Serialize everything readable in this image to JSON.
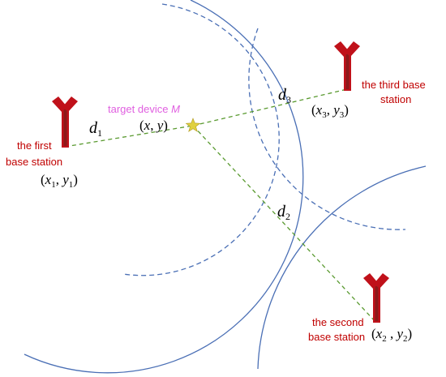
{
  "colors": {
    "circle_solid": "#4a6fb5",
    "circle_dashed": "#4a6fb5",
    "link_line": "#5a9a30",
    "antenna_red": "#c0111a",
    "antenna_stem": "#8b1a1a",
    "target_star": "#e0d040",
    "label_red": "#c00000",
    "label_pink": "#e060e0"
  },
  "icons": {
    "antenna": "antenna-icon",
    "target": "star-icon"
  },
  "target": {
    "label_prefix": "target device",
    "label_var": "M",
    "coord": {
      "open": "(",
      "x": "x",
      "sep": ", ",
      "y": "y",
      "close": ")"
    }
  },
  "stations": [
    {
      "label_line1": "the first",
      "label_line2": "base station",
      "coord": {
        "open": "(",
        "x": "x",
        "xs": "1",
        "sep": ", ",
        "y": "y",
        "ys": "1",
        "close": ")"
      },
      "distance": {
        "var": "d",
        "sub": "1"
      }
    },
    {
      "label_line1": "the second",
      "label_line2": "base station",
      "coord": {
        "open": "(",
        "x": "x",
        "xs": "2",
        "sep": " , ",
        "y": "y",
        "ys": "2",
        "close": ")"
      },
      "distance": {
        "var": "d",
        "sub": "2"
      }
    },
    {
      "label_line1": "the third base",
      "label_line2": "station",
      "coord": {
        "open": "(",
        "x": "x",
        "xs": "3",
        "sep": ", ",
        "y": "y",
        "ys": "3",
        "close": ")"
      },
      "distance": {
        "var": "d",
        "sub": "3"
      }
    }
  ]
}
